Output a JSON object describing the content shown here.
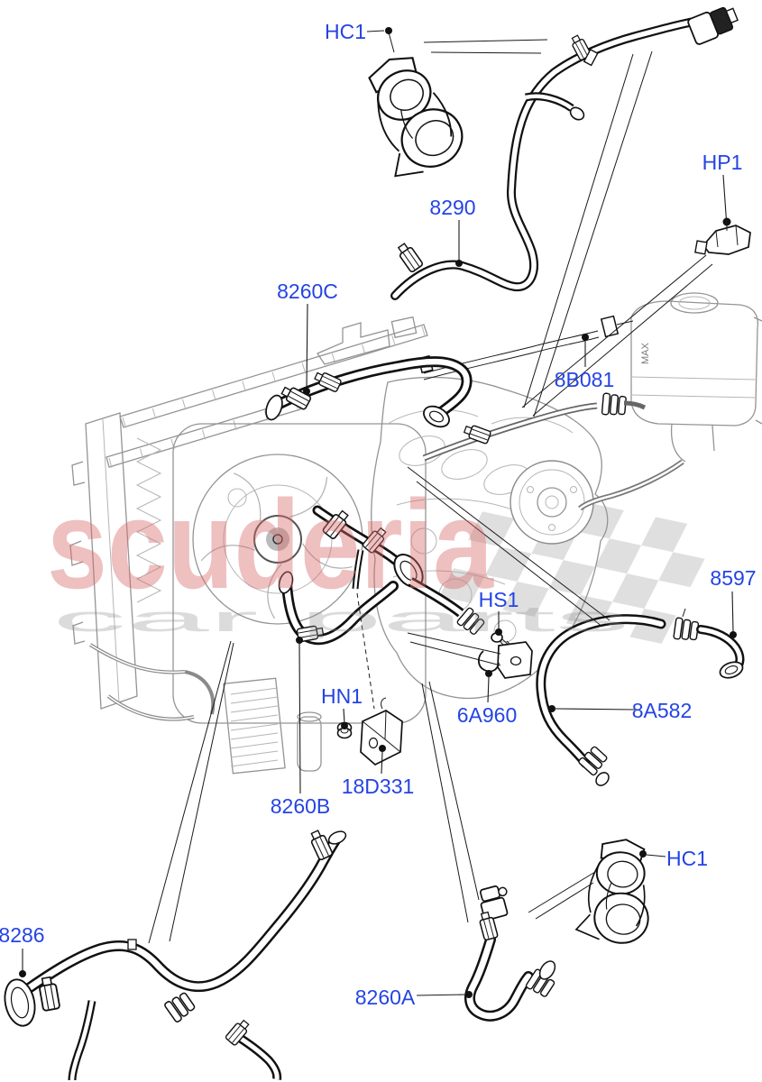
{
  "watermark": {
    "brand": "scuderia",
    "subtext": "car parts"
  },
  "reservoir_text": "MAX",
  "colors": {
    "label": "#2444e4",
    "watermark": "#d96b6b",
    "line": "#000000",
    "checker": "#d8d8d8"
  },
  "labels": [
    {
      "id": "hc1_top",
      "text": "HC1"
    },
    {
      "id": "p8290",
      "text": "8290"
    },
    {
      "id": "p8260c",
      "text": "8260C"
    },
    {
      "id": "hp1",
      "text": "HP1"
    },
    {
      "id": "p8b081",
      "text": "8B081"
    },
    {
      "id": "p8597",
      "text": "8597"
    },
    {
      "id": "hs1",
      "text": "HS1"
    },
    {
      "id": "p6a960",
      "text": "6A960"
    },
    {
      "id": "p8a582",
      "text": "8A582"
    },
    {
      "id": "hn1",
      "text": "HN1"
    },
    {
      "id": "p18d331",
      "text": "18D331"
    },
    {
      "id": "p8260b",
      "text": "8260B"
    },
    {
      "id": "p8286",
      "text": "8286"
    },
    {
      "id": "p8260a",
      "text": "8260A"
    },
    {
      "id": "hc1_bottom",
      "text": "HC1"
    }
  ]
}
